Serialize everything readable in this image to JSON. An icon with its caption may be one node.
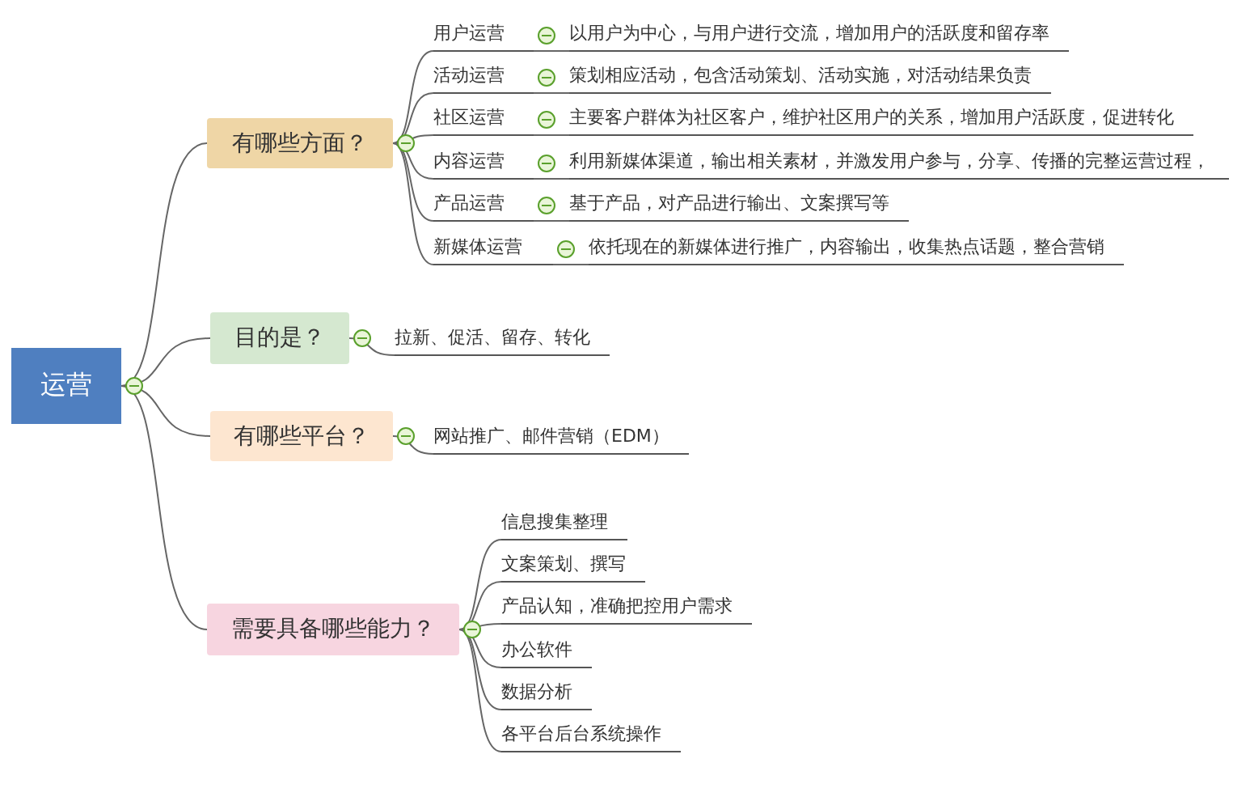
{
  "diagram": {
    "nodes": [
      {
        "text": [
          "运营"
        ]
      },
      {
        "text": [
          "有哪些方面？"
        ]
      },
      {
        "text": [
          "用户运营"
        ]
      },
      {
        "text": [
          "以用户为中心，与用户进行交流，增加用户的活跃度和留存率"
        ]
      },
      {
        "text": [
          "活动运营"
        ]
      },
      {
        "text": [
          "策划相应活动，包含活动策划、活动实施，对活动结果负责"
        ]
      },
      {
        "text": [
          "社区运营"
        ]
      },
      {
        "text": [
          "主要客户群体为社区客户，维护社区用户的关系，增加用户活跃度，促进转化"
        ]
      },
      {
        "text": [
          "内容运营"
        ]
      },
      {
        "text": [
          "利用新媒体渠道，输出相关素材，并激发用户参与，分享、传播的完整运营过程，"
        ]
      },
      {
        "text": [
          "产品运营"
        ]
      },
      {
        "text": [
          "基于产品，对产品进行输出、文案撰写等"
        ]
      },
      {
        "text": [
          "新媒体运营"
        ]
      },
      {
        "text": [
          "依托现在的新媒体进行推广，内容输出，收集热点话题，整合营销"
        ]
      },
      {
        "text": [
          "目的是？"
        ]
      },
      {
        "text": [
          "拉新、促活、留存、转化"
        ]
      },
      {
        "text": [
          "有哪些平台？"
        ]
      },
      {
        "text": [
          "网站推广、邮件营销（EDM）"
        ]
      },
      {
        "text": [
          "需要具备哪些能力？"
        ]
      },
      {
        "text": [
          "信息搜集整理"
        ]
      },
      {
        "text": [
          "文案策划、撰写"
        ]
      },
      {
        "text": [
          "产品认知，准确把控用户需求"
        ]
      },
      {
        "text": [
          "办公软件"
        ]
      },
      {
        "text": [
          "数据分析"
        ]
      },
      {
        "text": [
          "各平台后台系统操作"
        ]
      }
    ],
    "edges": [
      {
        "from": 0,
        "to": 1,
        "arrow": "none"
      },
      {
        "from": 0,
        "to": 14,
        "arrow": "none"
      },
      {
        "from": 0,
        "to": 16,
        "arrow": "none"
      },
      {
        "from": 0,
        "to": 18,
        "arrow": "none"
      },
      {
        "from": 1,
        "to": 2,
        "arrow": "none"
      },
      {
        "from": 1,
        "to": 4,
        "arrow": "none"
      },
      {
        "from": 1,
        "to": 6,
        "arrow": "none"
      },
      {
        "from": 1,
        "to": 8,
        "arrow": "none"
      },
      {
        "from": 1,
        "to": 10,
        "arrow": "none"
      },
      {
        "from": 1,
        "to": 12,
        "arrow": "none"
      },
      {
        "from": 2,
        "to": 3,
        "arrow": "none"
      },
      {
        "from": 4,
        "to": 5,
        "arrow": "none"
      },
      {
        "from": 6,
        "to": 7,
        "arrow": "none"
      },
      {
        "from": 8,
        "to": 9,
        "arrow": "none"
      },
      {
        "from": 10,
        "to": 11,
        "arrow": "none"
      },
      {
        "from": 12,
        "to": 13,
        "arrow": "none"
      },
      {
        "from": 14,
        "to": 15,
        "arrow": "none"
      },
      {
        "from": 16,
        "to": 17,
        "arrow": "none"
      },
      {
        "from": 18,
        "to": 19,
        "arrow": "none"
      },
      {
        "from": 18,
        "to": 20,
        "arrow": "none"
      },
      {
        "from": 18,
        "to": 21,
        "arrow": "none"
      },
      {
        "from": 18,
        "to": 22,
        "arrow": "none"
      },
      {
        "from": 18,
        "to": 23,
        "arrow": "none"
      },
      {
        "from": 18,
        "to": 24,
        "arrow": "none"
      }
    ]
  }
}
